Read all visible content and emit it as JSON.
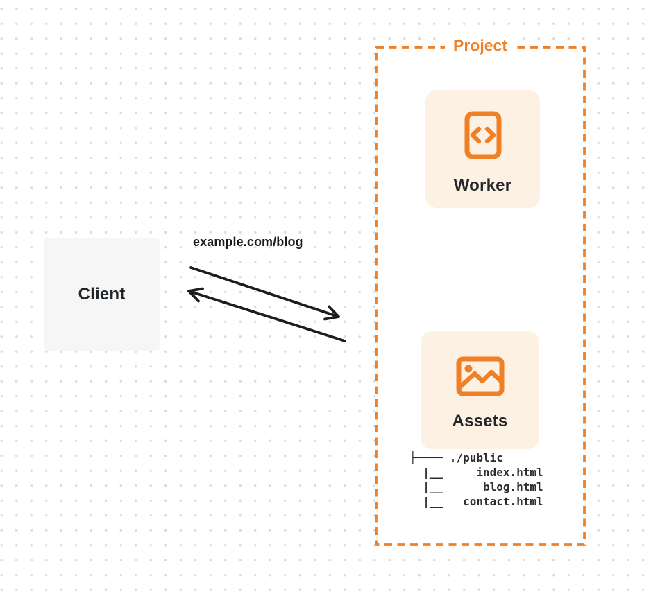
{
  "client": {
    "label": "Client"
  },
  "request": {
    "url_label": "example.com/blog"
  },
  "project": {
    "title": "Project",
    "worker_card": {
      "label": "Worker",
      "icon": "code-file-icon"
    },
    "assets_card": {
      "label": "Assets",
      "icon": "image-icon"
    },
    "file_tree": "├──── ./public\n  |__     index.html\n  |__      blog.html\n  |__   contact.html"
  },
  "colors": {
    "accent_orange": "#EF8025",
    "card_background": "#FCF1E2",
    "client_background": "#F6F6F7",
    "arrow_black": "#1D1D1F",
    "text_dark": "#24272A",
    "dot_grid": "#DCDCDC"
  }
}
